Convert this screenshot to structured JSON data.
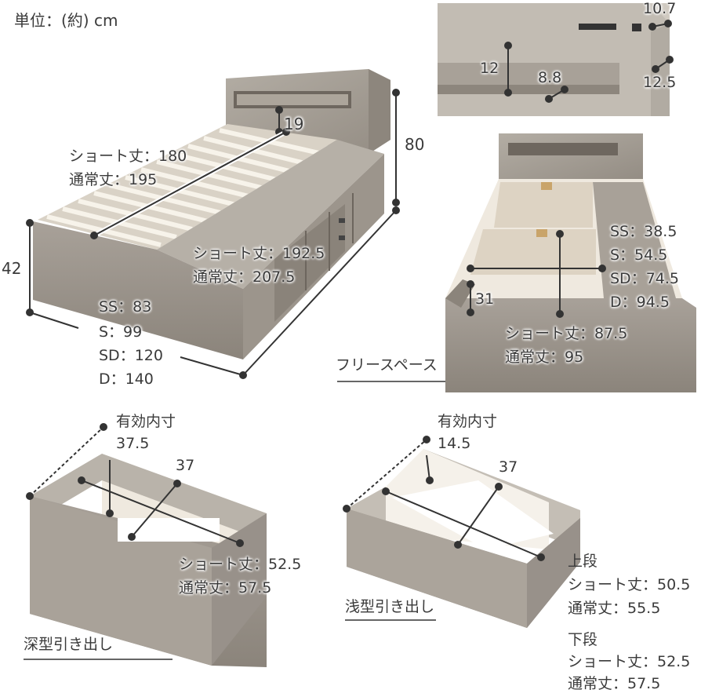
{
  "unit_label": "単位：(約) cm",
  "bed": {
    "height": "80",
    "height_low": "42",
    "headboard_depth": "19",
    "length_short": "ショート丈：180",
    "length_regular": "通常丈：195",
    "overall_short": "ショート丈：192.5",
    "overall_regular": "通常丈：207.5",
    "widths": [
      "SS：83",
      "S：99",
      "SD：120",
      "D：140"
    ]
  },
  "shelf_detail": {
    "width": "10.7",
    "height": "12",
    "depth": "8.8",
    "side": "12.5"
  },
  "frame": {
    "widths": [
      "SS：38.5",
      "S：54.5",
      "SD：74.5",
      "D：94.5"
    ],
    "height": "31",
    "short": "ショート丈：87.5",
    "regular": "通常丈：95",
    "free_space": "フリースペース"
  },
  "deep_drawer": {
    "inner_label": "有効内寸",
    "inner_height": "37.5",
    "width": "37",
    "short": "ショート丈：52.5",
    "regular": "通常丈：57.5",
    "name": "深型引き出し"
  },
  "shallow_drawer": {
    "inner_label": "有効内寸",
    "inner_height": "14.5",
    "width": "37",
    "name": "浅型引き出し",
    "upper_title": "上段",
    "upper_short": "ショート丈：50.5",
    "upper_regular": "通常丈：55.5",
    "lower_title": "下段",
    "lower_short": "ショート丈：52.5",
    "lower_regular": "通常丈：57.5"
  },
  "colors": {
    "wood": "#a09a92",
    "wood_light": "#bdb7ae",
    "wood_dark": "#7e7770",
    "line": "#333333",
    "slat": "#ece7dd"
  }
}
